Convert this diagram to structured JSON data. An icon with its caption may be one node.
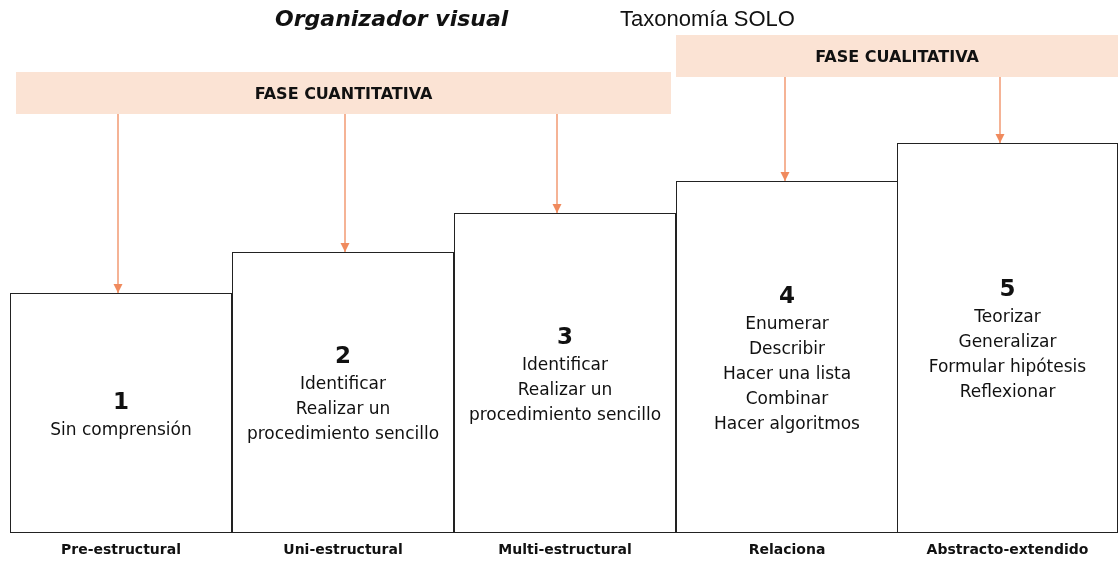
{
  "diagram": {
    "title": "Organizador visual",
    "nodes": [
      {
        "text": [
          "FASE CUANTITATIVA"
        ]
      },
      {
        "text": [
          "FASE CUALITATIVA"
        ]
      },
      {
        "text": [
          "1",
          "Sin comprensión"
        ],
        "beside": [
          "Pre-estructural"
        ]
      },
      {
        "text": [
          "2",
          "Identificar",
          "Realizar un procedimiento sencillo"
        ],
        "beside": [
          "Uni-estructural"
        ]
      },
      {
        "text": [
          "3",
          "Identificar",
          "Realizar un procedimiento sencillo"
        ],
        "beside": [
          "Multi-estructural"
        ]
      },
      {
        "text": [
          "4",
          "Enumerar",
          "Describir",
          "Hacer una lista",
          "Combinar",
          "Hacer algoritmos"
        ],
        "beside": [
          "Relaciona"
        ]
      },
      {
        "text": [
          "5",
          "Teorizar",
          "Generalizar",
          "Formular hipótesis",
          "Reflexionar"
        ],
        "beside": [
          "Abstracto-extendido"
        ]
      }
    ],
    "edges": [
      {
        "from": 0,
        "to": 2,
        "arrow": "to"
      },
      {
        "from": 0,
        "to": 3,
        "arrow": "to"
      },
      {
        "from": 0,
        "to": 4,
        "arrow": "to"
      },
      {
        "from": 1,
        "to": 5,
        "arrow": "to"
      },
      {
        "from": 1,
        "to": 6,
        "arrow": "to"
      }
    ],
    "labels": [
      "Taxonomía SOLO"
    ]
  }
}
